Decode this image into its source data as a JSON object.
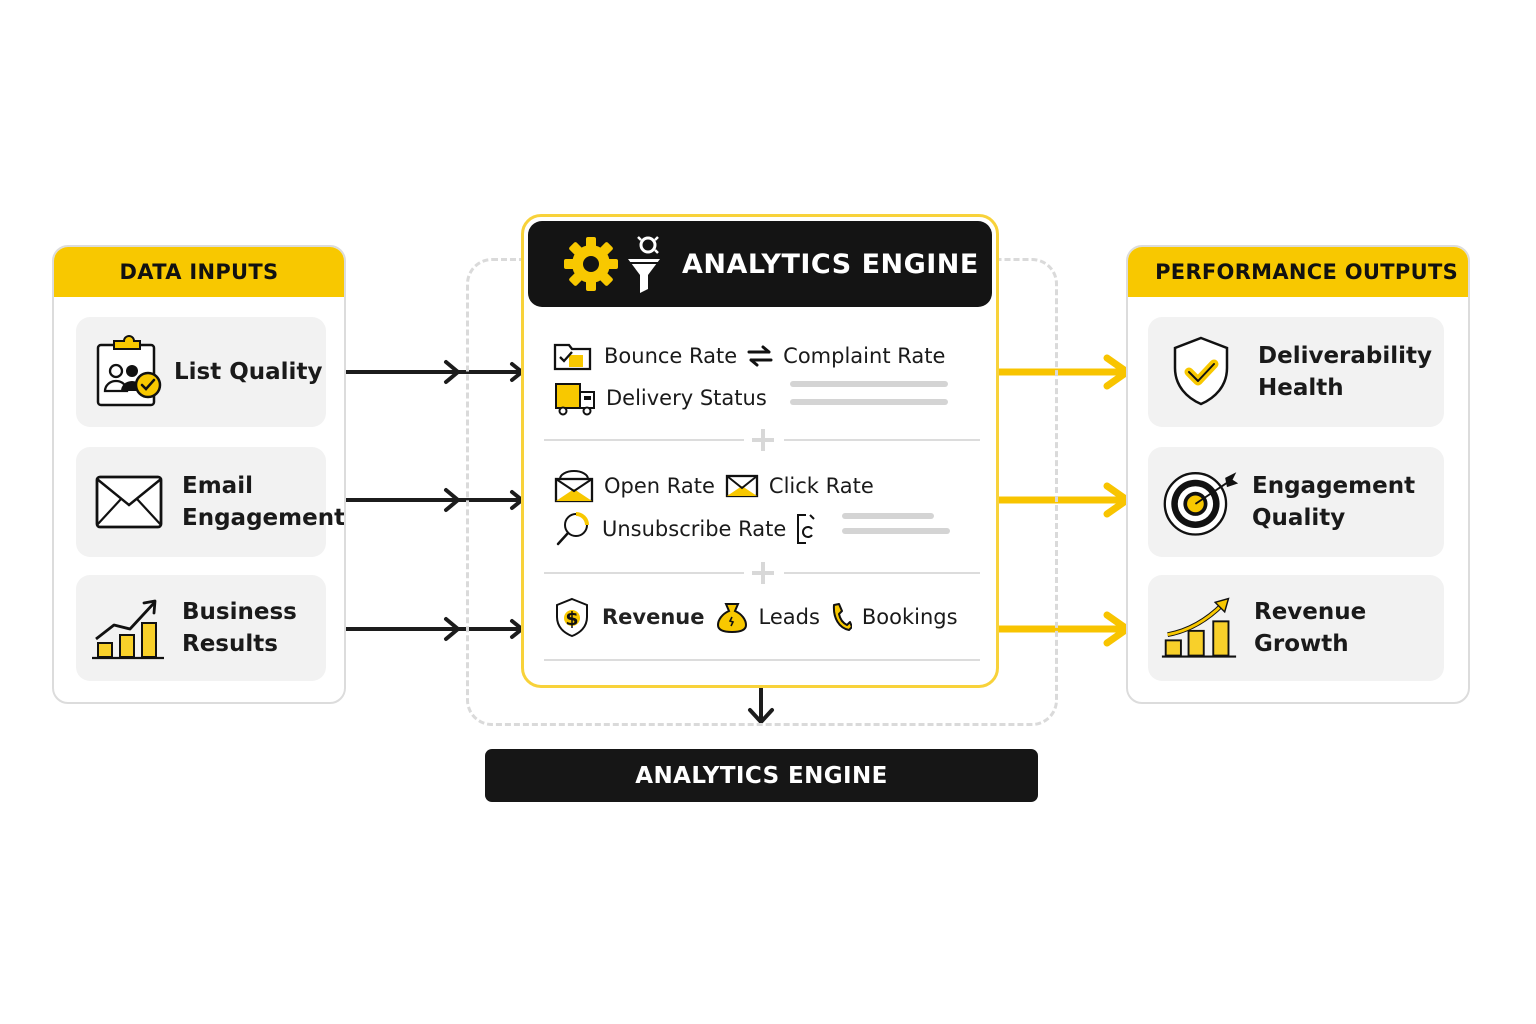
{
  "inputs": {
    "title": "DATA INPUTS",
    "items": [
      {
        "label": "List Quality",
        "icon": "clipboard-users-check-icon"
      },
      {
        "label": "Email Engagement",
        "icon": "envelope-icon"
      },
      {
        "label": "Business Results",
        "icon": "bar-chart-up-icon"
      }
    ]
  },
  "engine": {
    "title": "ANALYTICS ENGINE",
    "groups": [
      {
        "rows": [
          [
            {
              "label": "Bounce Rate",
              "icon": "bounce-folder-icon"
            },
            {
              "label": "Complaint Rate",
              "icon": "swap-arrows-icon"
            }
          ],
          [
            {
              "label": "Delivery Status",
              "icon": "delivery-truck-icon"
            }
          ]
        ]
      },
      {
        "rows": [
          [
            {
              "label": "Open Rate",
              "icon": "open-envelope-icon"
            },
            {
              "label": "Click Rate",
              "icon": "envelope-icon"
            }
          ],
          [
            {
              "label": "Unsubscribe Rate",
              "icon": "magnifier-icon"
            }
          ]
        ]
      },
      {
        "rows": [
          [
            {
              "label": "Revenue",
              "icon": "dollar-shield-icon"
            },
            {
              "label": "Leads",
              "icon": "money-bag-icon"
            },
            {
              "label": "Bookings",
              "icon": "phone-icon"
            }
          ]
        ]
      }
    ],
    "footer_label": "ANALYTICS ENGINE"
  },
  "outputs": {
    "title": "PERFORMANCE OUTPUTS",
    "items": [
      {
        "label": "Deliverability Health",
        "line1": "Deliverability",
        "line2": "Health",
        "icon": "shield-check-icon"
      },
      {
        "label": "Engagement Quality",
        "line1": "Engagement",
        "line2": "Quality",
        "icon": "target-arrow-icon"
      },
      {
        "label": "Revenue Growth",
        "line1": "Revenue",
        "line2": "Growth",
        "icon": "growth-chart-icon"
      }
    ]
  },
  "colors": {
    "accent": "#F8C800",
    "dark": "#141414",
    "card_bg": "#F2F2F2",
    "border": "#DCDCDC"
  }
}
